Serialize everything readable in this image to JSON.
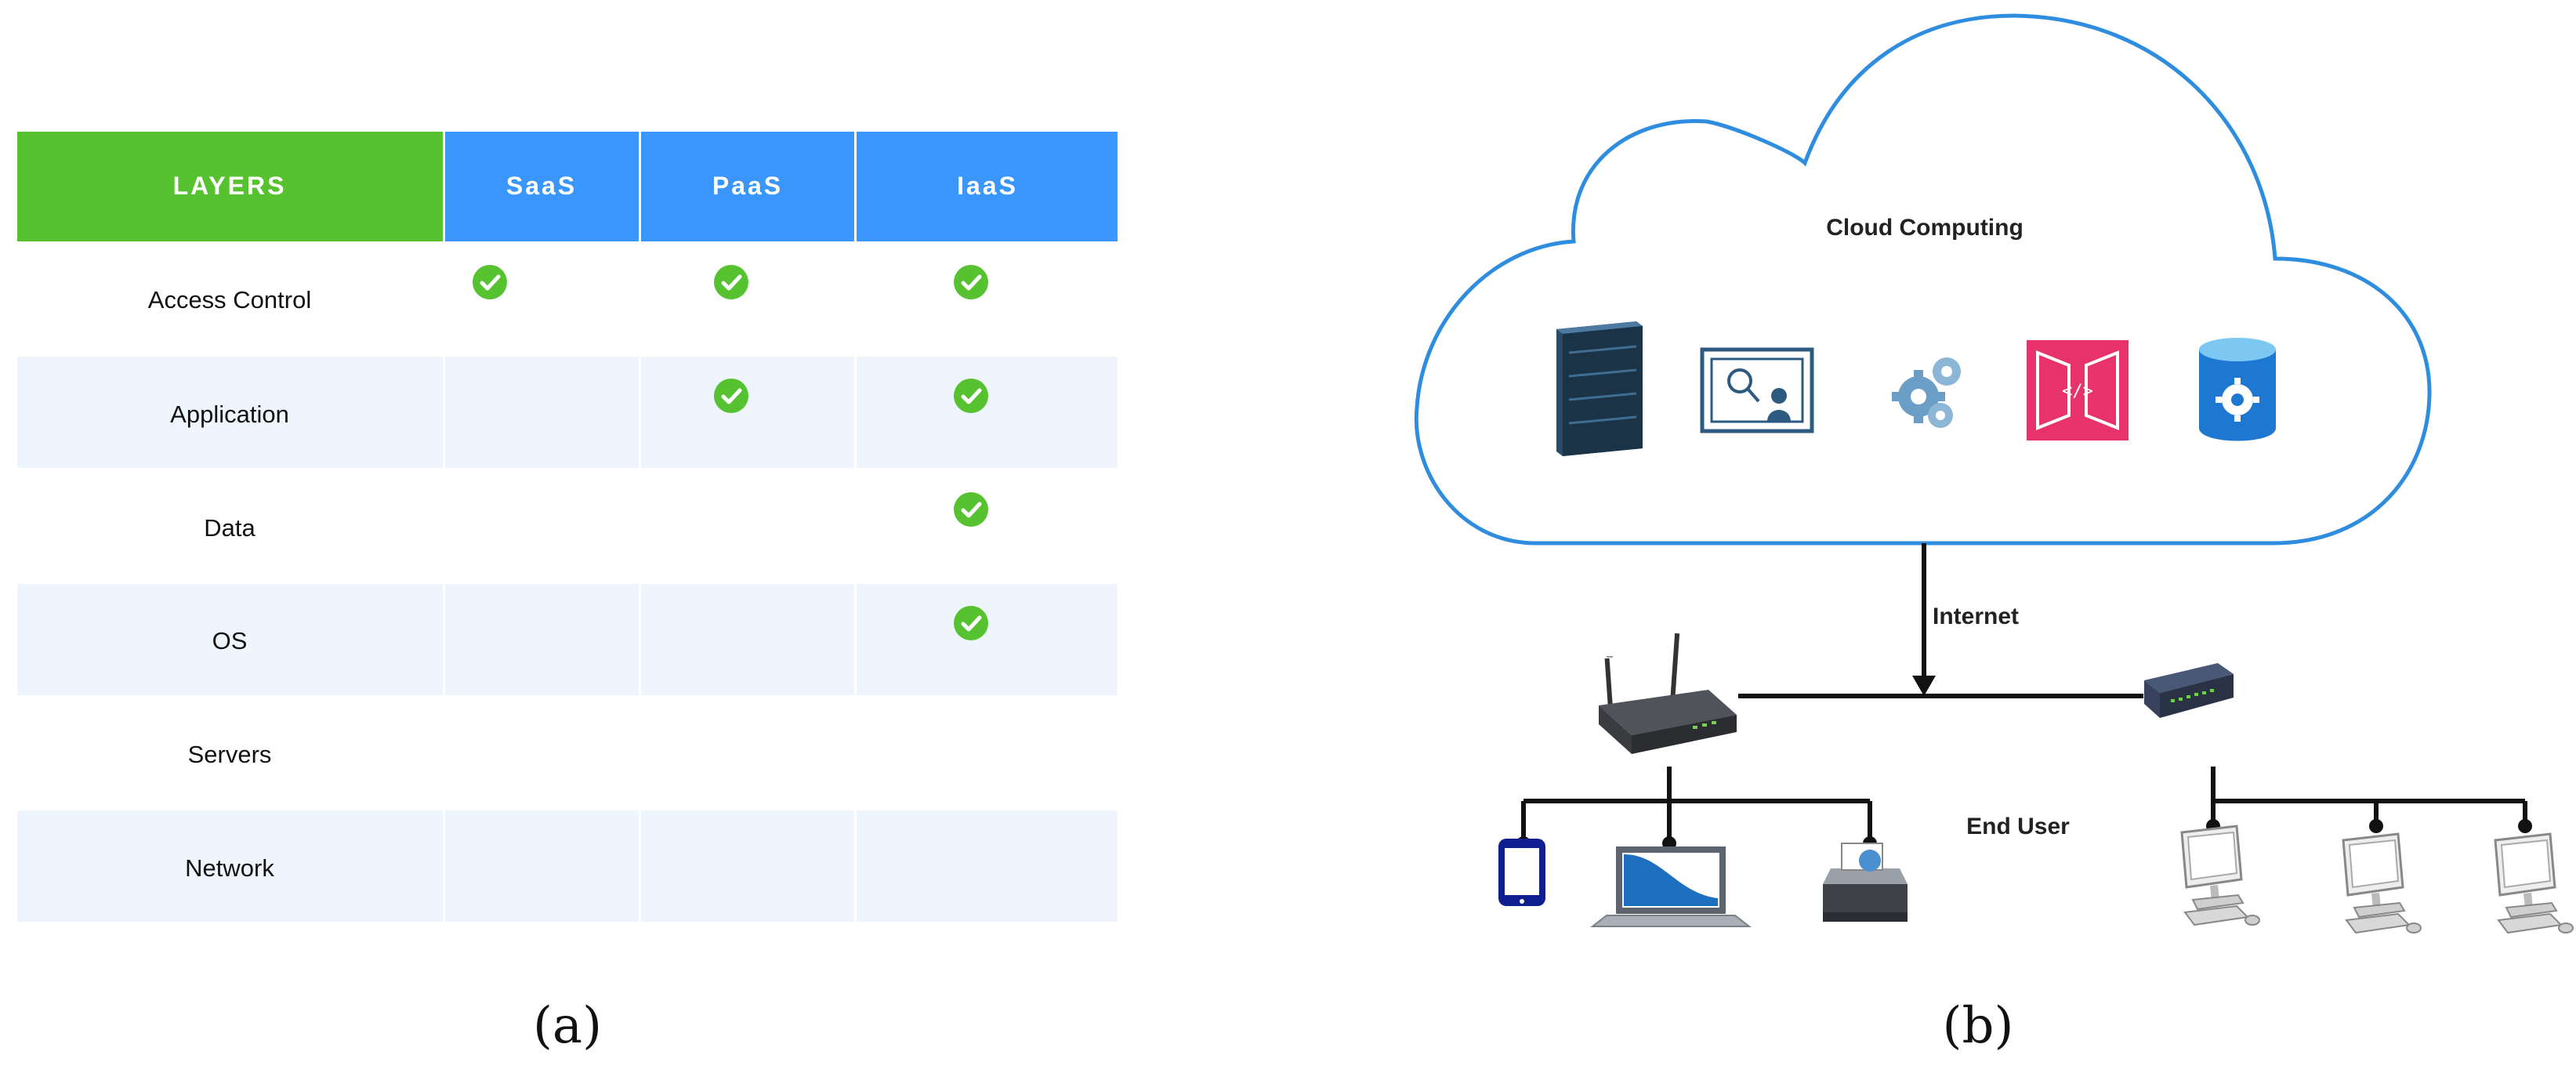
{
  "panel_a": {
    "caption": "(a)",
    "header": {
      "layers": "LAYERS",
      "saas": "SaaS",
      "paas": "PaaS",
      "iaas": "IaaS"
    },
    "rows": [
      {
        "label": "Access Control",
        "saas": true,
        "paas": true,
        "iaas": true
      },
      {
        "label": "Application",
        "saas": false,
        "paas": true,
        "iaas": true
      },
      {
        "label": "Data",
        "saas": false,
        "paas": false,
        "iaas": true
      },
      {
        "label": "OS",
        "saas": false,
        "paas": false,
        "iaas": true
      },
      {
        "label": "Servers",
        "saas": false,
        "paas": false,
        "iaas": false
      },
      {
        "label": "Network",
        "saas": false,
        "paas": false,
        "iaas": false
      }
    ],
    "colors": {
      "layers_header": "#56c22f",
      "model_header": "#3a96fb",
      "stripe": "#eef5fd",
      "check": "#56c22f"
    }
  },
  "panel_b": {
    "caption": "(b)",
    "cloud_label": "Cloud Computing",
    "internet_label": "Internet",
    "end_user_label": "End User",
    "cloud_icons": [
      "server-rack-icon",
      "ai-monitor-icon",
      "gears-icon",
      "api-gateway-icon",
      "database-settings-icon"
    ],
    "network_devices": [
      "wireless-router-icon",
      "network-switch-icon"
    ],
    "end_devices": [
      "tablet-icon",
      "laptop-icon",
      "printer-icon",
      "desktop-pc-icon",
      "desktop-pc-icon",
      "desktop-pc-icon"
    ],
    "colors": {
      "cloud_stroke": "#2f8de0",
      "api_pink": "#e8326c",
      "db_blue": "#1e78d2"
    }
  }
}
